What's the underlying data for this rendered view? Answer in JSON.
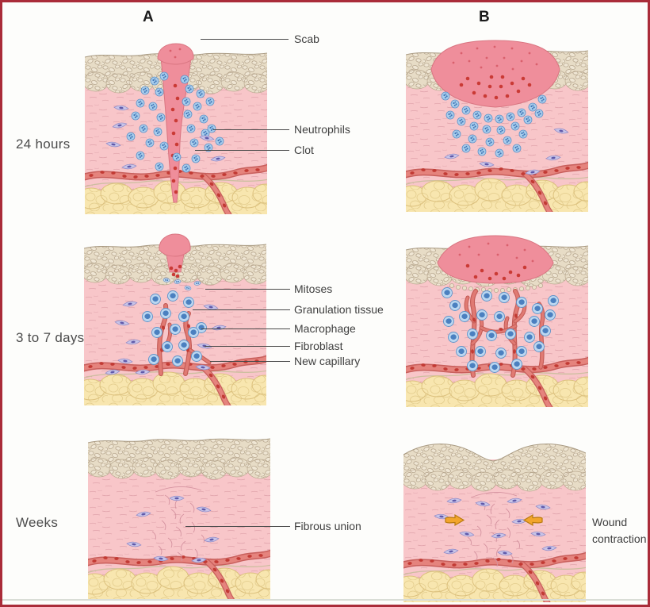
{
  "figure": {
    "columns": [
      {
        "label": "A"
      },
      {
        "label": "B"
      }
    ],
    "rows": [
      {
        "label": "24 hours"
      },
      {
        "label": "3 to 7 days"
      },
      {
        "label": "Weeks"
      }
    ],
    "annotations": {
      "scab": "Scab",
      "neutrophils": "Neutrophils",
      "clot": "Clot",
      "mitoses": "Mitoses",
      "granulation_tissue": "Granulation tissue",
      "macrophage": "Macrophage",
      "fibroblast": "Fibroblast",
      "new_capillary": "New capillary",
      "fibrous_union": "Fibrous union",
      "wound_contraction": "Wound contraction"
    },
    "colors": {
      "frame_border": "#aa2c39",
      "epidermis": "#e7dcc6",
      "dermis": "#f8c6c9",
      "fat": "#f8e6af",
      "scab": "#ef8e9b",
      "neutrophil": "#a9cdec",
      "macrophage": "#bcd7f0",
      "fibroblast_cell": "#c8c4e7",
      "vessel": "#e5837d",
      "blood_cell": "#c23a34",
      "contraction_arrow": "#f2a52b",
      "label_text": "#3f3f3f"
    }
  }
}
